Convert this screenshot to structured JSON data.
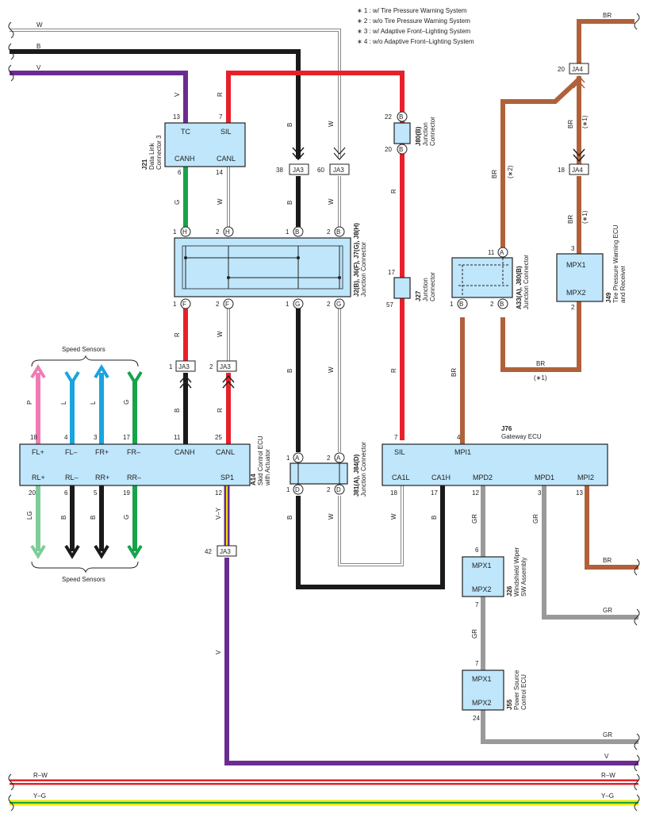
{
  "notes": [
    "∗ 1 : w/ Tire Pressure Warning System",
    "∗ 2 : w/o Tire Pressure Warning System",
    "∗ 3 : w/ Adaptive Front–Lighting System",
    "∗ 4 : w/o Adaptive Front–Lighting System"
  ],
  "colors": {
    "W": "#d0d0d0",
    "B": "#1a1a1a",
    "V": "#6a2c91",
    "R": "#e8202a",
    "BR": "#b0613a",
    "G": "#17a34a",
    "L": "#1aa3e0",
    "P": "#f07bb3",
    "LG": "#7fcc99",
    "GR": "#9a9a9a",
    "Y": "#f2e600",
    "component": "#bfe6fb"
  },
  "wire_labels": {
    "W": "W",
    "B": "B",
    "V": "V",
    "R": "R",
    "BR": "BR",
    "G": "G",
    "L": "L",
    "P": "P",
    "LG": "LG",
    "GR": "GR",
    "VY": "V–Y",
    "RW": "R–W",
    "YG": "Y–G"
  },
  "option_marks": {
    "o1": "(∗1)",
    "o2": "(∗2)"
  },
  "components": {
    "j21": {
      "code": "J21",
      "name1": "Data Link",
      "name2": "Connector 3",
      "pins": [
        "TC",
        "SIL",
        "CANH",
        "CANL"
      ],
      "pin_nums": [
        "13",
        "7",
        "6",
        "14"
      ]
    },
    "jc_main": {
      "code": "J2(B), J6(F), J7(G), J8(H)",
      "name": "Junction Connector"
    },
    "j80b": {
      "code": "J80(B)",
      "name1": "Junction",
      "name2": "Connector",
      "pin_top": "22",
      "pin_bot": "20"
    },
    "j27": {
      "code": "J27",
      "name1": "Junction",
      "name2": "Connector",
      "pin_top": "17",
      "pin_bot": "57"
    },
    "a33": {
      "code": "A33(A), J80(B)",
      "name": "Junction Connector"
    },
    "j49": {
      "code": "J49",
      "name1": "Tire Pressure Warning ECU",
      "name2": "and Receiver",
      "pins": [
        "MPX1",
        "MPX2"
      ],
      "pin_nums": [
        "3",
        "2"
      ]
    },
    "a14": {
      "code": "A14",
      "name1": "Skid Control ECU",
      "name2": "with Actuator",
      "pins_top": [
        "FL+",
        "FL–",
        "FR+",
        "FR–",
        "CANH",
        "CANL"
      ],
      "pins_top_nums": [
        "18",
        "4",
        "3",
        "17",
        "11",
        "25"
      ],
      "pins_bot": [
        "RL+",
        "RL–",
        "RR+",
        "RR–",
        "SP1"
      ],
      "pins_bot_nums": [
        "20",
        "6",
        "5",
        "19",
        "12"
      ]
    },
    "j81": {
      "code": "J81(A), J84(D)",
      "name": "Junction Connector"
    },
    "j76": {
      "code": "J76",
      "name": "Gateway ECU",
      "pins_top": [
        "SIL",
        "MPI1"
      ],
      "pins_top_nums": [
        "7",
        "4"
      ],
      "pins_bot": [
        "CA1L",
        "CA1H",
        "MPD2",
        "MPD1",
        "MPI2"
      ],
      "pins_bot_nums": [
        "18",
        "17",
        "12",
        "3",
        "13"
      ]
    },
    "j26": {
      "code": "J26",
      "name1": "Windshield Wiper",
      "name2": "SW Assembly",
      "pins": [
        "MPX1",
        "MPX2"
      ],
      "pin_nums": [
        "6",
        "7"
      ]
    },
    "j55": {
      "code": "J55",
      "name1": "Power Source",
      "name2": "Control ECU",
      "pins": [
        "MPX1",
        "MPX2"
      ],
      "pin_nums": [
        "7",
        "24"
      ]
    }
  },
  "connectors": {
    "ja3": "JA3",
    "ja4": "JA4",
    "ja3_38": "38",
    "ja3_60": "60",
    "ja3_1": "1",
    "ja3_2": "2",
    "ja3_42": "42",
    "ja4_20": "20",
    "ja4_18": "18"
  },
  "junction_pins": {
    "top": [
      {
        "n": "1",
        "l": "H"
      },
      {
        "n": "2",
        "l": "H"
      },
      {
        "n": "1",
        "l": "B"
      },
      {
        "n": "2",
        "l": "B"
      }
    ],
    "bot": [
      {
        "n": "1",
        "l": "F"
      },
      {
        "n": "2",
        "l": "F"
      },
      {
        "n": "1",
        "l": "G"
      },
      {
        "n": "2",
        "l": "G"
      }
    ],
    "a33_top": {
      "n": "11",
      "l": "A"
    },
    "a33_bot": [
      {
        "n": "1",
        "l": "B"
      },
      {
        "n": "2",
        "l": "B"
      }
    ],
    "j81_top": [
      {
        "n": "1",
        "l": "A"
      },
      {
        "n": "2",
        "l": "A"
      }
    ],
    "j81_bot": [
      {
        "n": "1",
        "l": "D"
      },
      {
        "n": "2",
        "l": "D"
      }
    ]
  },
  "speed_sensors": "Speed Sensors"
}
